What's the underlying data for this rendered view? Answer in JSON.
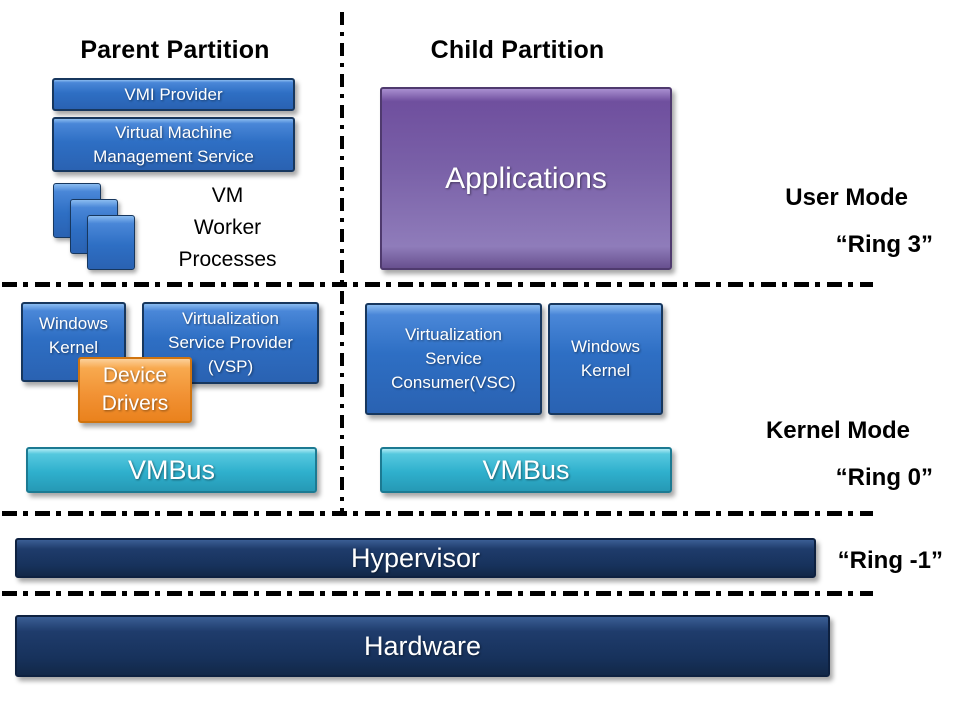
{
  "headers": {
    "parent_partition": "Parent Partition",
    "child_partition": "Child Partition"
  },
  "parent": {
    "vmi_provider": "VMI Provider",
    "vmms": {
      "line1": "Virtual Machine",
      "line2": "Management Service"
    },
    "vm_worker": {
      "line1": "VM",
      "line2": "Worker",
      "line3": "Processes"
    },
    "windows_kernel": {
      "line1": "Windows",
      "line2": "Kernel"
    },
    "vsp": {
      "line1": "Virtualization",
      "line2": "Service Provider",
      "line3": "(VSP)"
    },
    "device_drivers": {
      "line1": "Device",
      "line2": "Drivers"
    },
    "vmbus": "VMBus"
  },
  "child": {
    "applications": "Applications",
    "vsc": {
      "line1": "Virtualization",
      "line2": "Service",
      "line3": "Consumer(VSC)"
    },
    "windows_kernel": {
      "line1": "Windows",
      "line2": "Kernel"
    },
    "vmbus": "VMBus"
  },
  "modes": {
    "user_mode": "User Mode",
    "ring3": "“Ring 3”",
    "kernel_mode": "Kernel Mode",
    "ring0": "“Ring 0”",
    "ring_minus1": "“Ring -1”"
  },
  "layers": {
    "hypervisor": "Hypervisor",
    "hardware": "Hardware"
  },
  "colors": {
    "box_blue": "#2E6FC4",
    "box_purple": "#7A61A8",
    "box_orange": "#F19133",
    "box_teal": "#2FB0CD",
    "bar_navy": "#17325C",
    "line_black": "#000000"
  }
}
